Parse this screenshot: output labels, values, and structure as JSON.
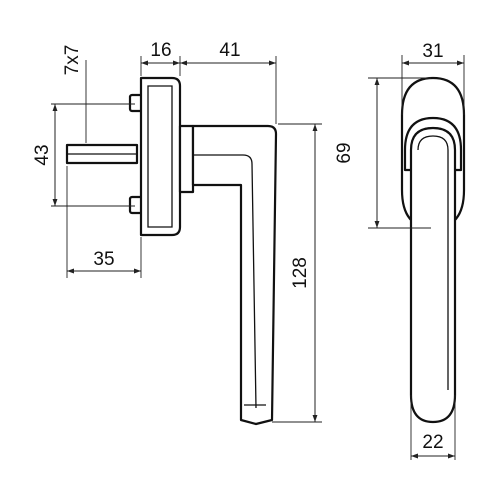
{
  "drawing": {
    "dimensions": {
      "spindle_size": "7x7",
      "base_depth": "16",
      "lever_reach": "41",
      "screw_spacing": "43",
      "spindle_length": "35",
      "handle_length": "128",
      "rose_height": "69",
      "rose_width": "31",
      "grip_width": "22"
    },
    "colors": {
      "line": "#111111",
      "background": "#ffffff"
    }
  }
}
